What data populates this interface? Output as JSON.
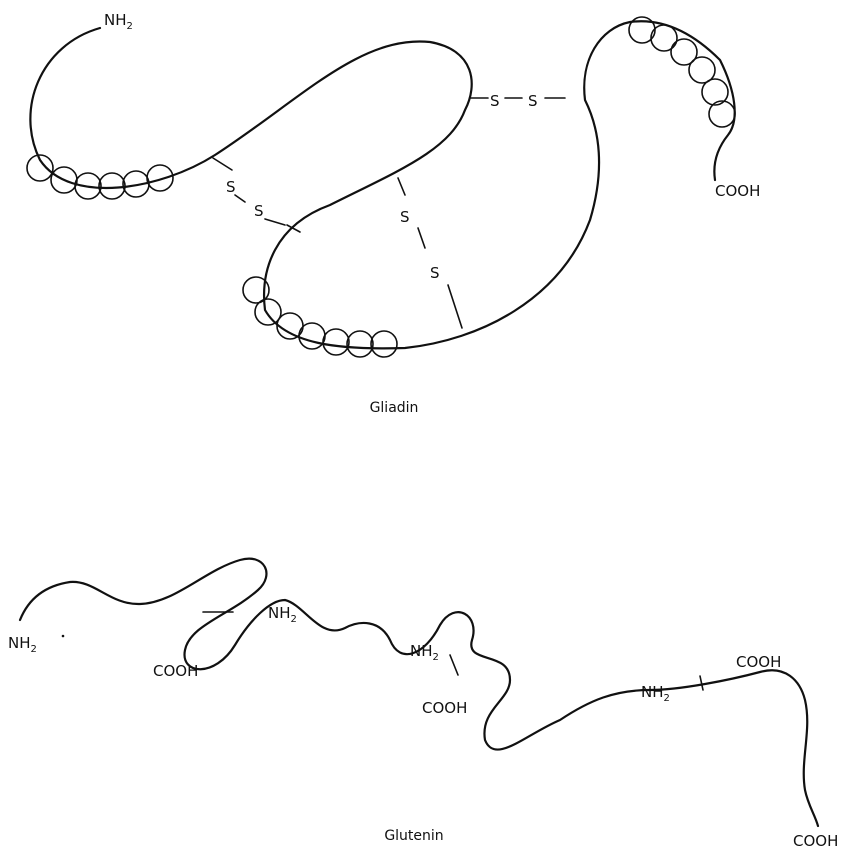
{
  "gliadin": {
    "caption": "Gliadin",
    "n_terminus": {
      "main": "NH",
      "sub": "2"
    },
    "c_terminus": "COOH",
    "disulfide_symbol": "S"
  },
  "glutenin": {
    "caption": "Glutenin",
    "labels": [
      {
        "id": "nh2-start",
        "main": "NH",
        "sub": "2"
      },
      {
        "id": "cooh-1",
        "main": "COOH",
        "sub": ""
      },
      {
        "id": "nh2-1",
        "main": "NH",
        "sub": "2"
      },
      {
        "id": "nh2-2",
        "main": "NH",
        "sub": "2"
      },
      {
        "id": "cooh-2",
        "main": "COOH",
        "sub": ""
      },
      {
        "id": "nh2-3",
        "main": "NH",
        "sub": "2"
      },
      {
        "id": "cooh-3",
        "main": "COOH",
        "sub": ""
      },
      {
        "id": "cooh-end",
        "main": "COOH",
        "sub": ""
      }
    ]
  }
}
